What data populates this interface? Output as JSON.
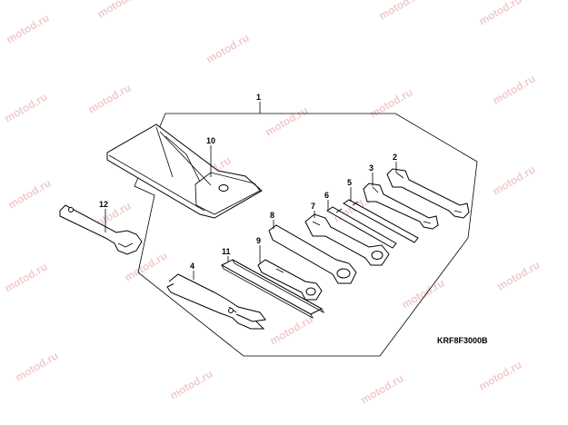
{
  "watermark": {
    "text": "motod.ru",
    "color": "#e2a3a3"
  },
  "diagram": {
    "diagram_code": "KRF8F3000B",
    "callouts": [
      {
        "id": "1",
        "label": "1",
        "part": "tool-kit-set"
      },
      {
        "id": "2",
        "label": "2",
        "part": "open-end-wrench-large"
      },
      {
        "id": "3",
        "label": "3",
        "part": "open-end-wrench-small"
      },
      {
        "id": "4",
        "label": "4",
        "part": "pliers"
      },
      {
        "id": "5",
        "label": "5",
        "part": "screwdriver-bit"
      },
      {
        "id": "6",
        "label": "6",
        "part": "screwdriver-bit-alt"
      },
      {
        "id": "7",
        "label": "7",
        "part": "box-wrench"
      },
      {
        "id": "8",
        "label": "8",
        "part": "ring-wrench"
      },
      {
        "id": "9",
        "label": "9",
        "part": "ring-wrench-small"
      },
      {
        "id": "10",
        "label": "10",
        "part": "tool-bag"
      },
      {
        "id": "11",
        "label": "11",
        "part": "handle-bar"
      },
      {
        "id": "12",
        "label": "12",
        "part": "pin-spanner"
      }
    ]
  }
}
